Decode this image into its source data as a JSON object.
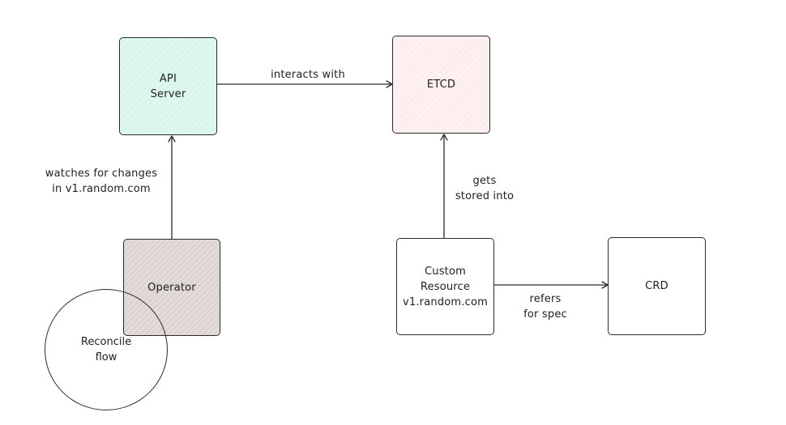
{
  "colors": {
    "api_server_fill": "#dff8ef",
    "etcd_fill": "#fdf0f1",
    "operator_fill": "#e2dbd9",
    "stroke": "#2b2b2b"
  },
  "nodes": {
    "api_server": "API\nServer",
    "etcd": "ETCD",
    "operator": "Operator",
    "custom_resource": "Custom\nResource\nv1.random.com",
    "crd": "CRD",
    "reconcile": "Reconcile\nflow"
  },
  "edges": {
    "interacts_with": "interacts with",
    "watches_for_changes": "watches for changes\nin v1.random.com",
    "gets_stored_into": "gets\nstored into",
    "refers_for_spec": "refers\nfor spec"
  }
}
